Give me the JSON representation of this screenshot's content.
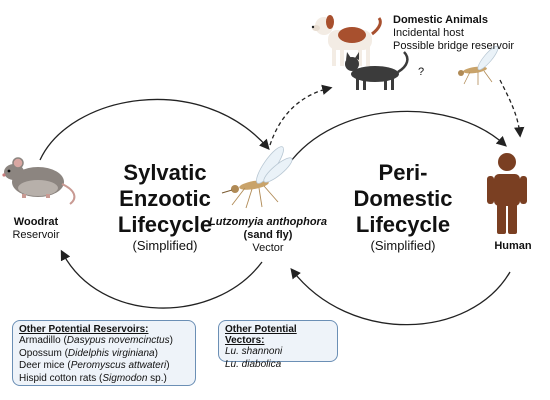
{
  "sylvatic": {
    "title_lines": [
      "Sylvatic",
      "Enzootic",
      "Lifecycle"
    ],
    "note": "(Simplified)"
  },
  "peri": {
    "title_lines": [
      "Peri-",
      "Domestic",
      "Lifecycle"
    ],
    "note": "(Simplified)"
  },
  "woodrat": {
    "name": "Woodrat",
    "role": "Reservoir"
  },
  "sandfly": {
    "species": "Lutzomyia anthophora",
    "common": "(sand fly)",
    "role": "Vector"
  },
  "human": {
    "name": "Human"
  },
  "domestic": {
    "title": "Domestic Animals",
    "line1": "Incidental host",
    "line2": "Possible bridge reservoir",
    "question": "?"
  },
  "reservoirs_box": {
    "title": "Other Potential Reservoirs:",
    "items": [
      {
        "common": "Armadillo (",
        "sci": "Dasypus novemcinctus",
        "tail": ")"
      },
      {
        "common": "Opossum (",
        "sci": "Didelphis virginiana",
        "tail": ")"
      },
      {
        "common": "Deer mice (",
        "sci": "Peromyscus attwateri",
        "tail": ")"
      },
      {
        "common": "Hispid cotton rats (",
        "sci": "Sigmodon",
        "tail": " sp.)"
      }
    ]
  },
  "vectors_box": {
    "title": "Other Potential Vectors:",
    "items": [
      "Lu. shannoni",
      "Lu. diabolica"
    ]
  },
  "colors": {
    "arrow": "#222222",
    "box_border": "#6b8fb5",
    "box_fill": "#eef3f9",
    "human": "#7a3f22",
    "fly": "#c9a36a"
  }
}
